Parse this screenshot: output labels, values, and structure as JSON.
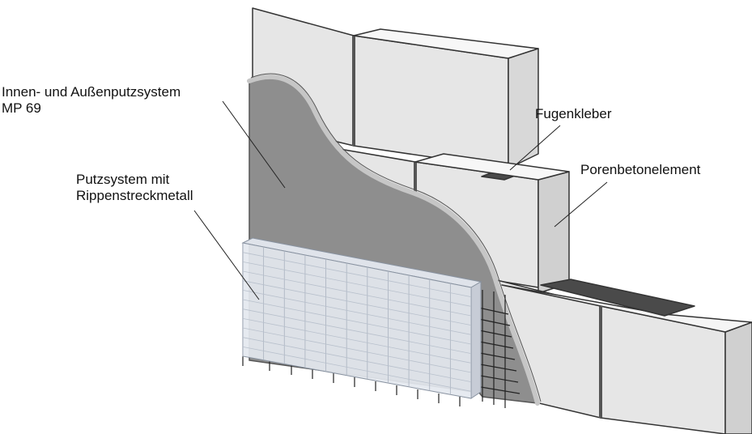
{
  "labels": {
    "innen_line1": "Innen- und Außenputzsystem",
    "innen_line2": "MP 69",
    "putz_line1": "Putzsystem mit",
    "putz_line2": "Rippenstreckmetall",
    "fugenkleber": "Fugenkleber",
    "porenbeton": "Porenbetonelement"
  },
  "colors": {
    "block_front": "#e6e6e6",
    "block_top": "#f7f7f7",
    "block_side": "#d0d0d0",
    "joint": "#555555",
    "plaster": "#8e8e8e",
    "plaster_edge": "#c6c6c6",
    "mesh": "#b8c0cc",
    "text": "#111111"
  }
}
